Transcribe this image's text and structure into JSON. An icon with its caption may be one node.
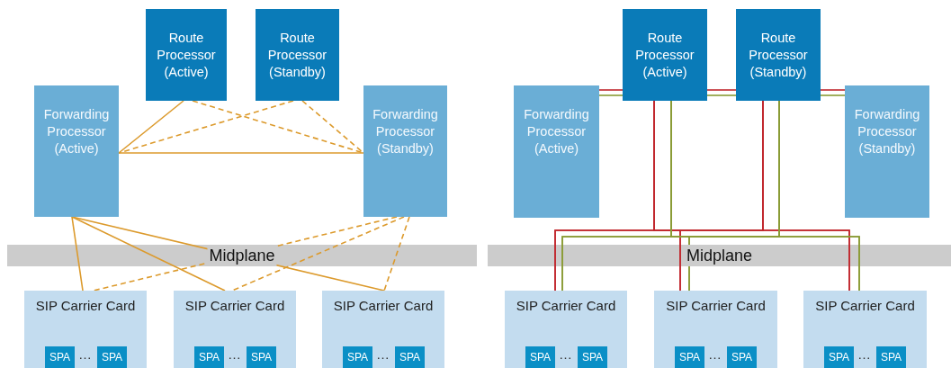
{
  "diagram": {
    "nodes": [
      {
        "text": [
          "Route Processor (Active)"
        ]
      },
      {
        "text": [
          "Route Processor (Standby)"
        ]
      },
      {
        "text": [
          "Forwarding Processor (Active)"
        ]
      },
      {
        "text": [
          "Forwarding Processor (Standby)"
        ]
      },
      {
        "text": [
          "SIP Carrier Card"
        ]
      },
      {
        "text": [
          "SPA"
        ],
        "in": 4
      },
      {
        "text": [
          "SPA"
        ],
        "in": 4
      },
      {
        "text": [
          "SIP Carrier Card"
        ]
      },
      {
        "text": [
          "SPA"
        ],
        "in": 7
      },
      {
        "text": [
          "SPA"
        ],
        "in": 7
      },
      {
        "text": [
          "SIP Carrier Card"
        ]
      },
      {
        "text": [
          "SPA"
        ],
        "in": 10
      },
      {
        "text": [
          "SPA"
        ],
        "in": 10
      },
      {
        "text": [
          "Route Processor (Active)"
        ]
      },
      {
        "text": [
          "Route Processor (Standby)"
        ]
      },
      {
        "text": [
          "Forwarding Processor (Active)"
        ]
      },
      {
        "text": [
          "Forwarding Processor (Standby)"
        ]
      },
      {
        "text": [
          "SIP Carrier Card"
        ]
      },
      {
        "text": [
          "SPA"
        ],
        "in": 17
      },
      {
        "text": [
          "SPA"
        ],
        "in": 17
      },
      {
        "text": [
          "SIP Carrier Card"
        ]
      },
      {
        "text": [
          "SPA"
        ],
        "in": 20
      },
      {
        "text": [
          "SPA"
        ],
        "in": 20
      },
      {
        "text": [
          "SIP Carrier Card"
        ]
      },
      {
        "text": [
          "SPA"
        ],
        "in": 23
      },
      {
        "text": [
          "SPA"
        ],
        "in": 23
      }
    ],
    "edges": [
      {
        "from": 0,
        "to": 2,
        "arrow": "none"
      },
      {
        "from": 0,
        "to": 3,
        "arrow": "none",
        "style": "dashed"
      },
      {
        "from": 1,
        "to": 2,
        "arrow": "none",
        "style": "dashed"
      },
      {
        "from": 1,
        "to": 3,
        "arrow": "none",
        "style": "dashed"
      },
      {
        "from": 2,
        "to": 3,
        "arrow": "none"
      },
      {
        "from": 2,
        "to": 4,
        "arrow": "none"
      },
      {
        "from": 2,
        "to": 7,
        "arrow": "none"
      },
      {
        "from": 2,
        "to": 10,
        "arrow": "none"
      },
      {
        "from": 3,
        "to": 4,
        "arrow": "none",
        "style": "dashed"
      },
      {
        "from": 3,
        "to": 7,
        "arrow": "none",
        "style": "dashed"
      },
      {
        "from": 3,
        "to": 10,
        "arrow": "none",
        "style": "dashed"
      },
      {
        "from": 15,
        "to": 13,
        "arrow": "none",
        "color": "#c1272d"
      },
      {
        "from": 15,
        "to": 13,
        "arrow": "none",
        "color": "#8a9b35"
      },
      {
        "from": 13,
        "to": 14,
        "arrow": "none",
        "color": "#c1272d"
      },
      {
        "from": 13,
        "to": 14,
        "arrow": "none",
        "color": "#8a9b35"
      },
      {
        "from": 14,
        "to": 16,
        "arrow": "none",
        "color": "#c1272d"
      },
      {
        "from": 14,
        "to": 16,
        "arrow": "none",
        "color": "#8a9b35"
      },
      {
        "from": 13,
        "to": 17,
        "arrow": "none",
        "color": "#c1272d"
      },
      {
        "from": 13,
        "to": 20,
        "arrow": "none",
        "color": "#c1272d"
      },
      {
        "from": 13,
        "to": 23,
        "arrow": "none",
        "color": "#c1272d"
      },
      {
        "from": 14,
        "to": 17,
        "arrow": "none",
        "color": "#c1272d"
      },
      {
        "from": 14,
        "to": 20,
        "arrow": "none",
        "color": "#c1272d"
      },
      {
        "from": 14,
        "to": 23,
        "arrow": "none",
        "color": "#c1272d"
      },
      {
        "from": 13,
        "to": 17,
        "arrow": "none",
        "color": "#8a9b35"
      },
      {
        "from": 13,
        "to": 20,
        "arrow": "none",
        "color": "#8a9b35"
      },
      {
        "from": 13,
        "to": 23,
        "arrow": "none",
        "color": "#8a9b35"
      },
      {
        "from": 14,
        "to": 17,
        "arrow": "none",
        "color": "#8a9b35"
      },
      {
        "from": 14,
        "to": 20,
        "arrow": "none",
        "color": "#8a9b35"
      },
      {
        "from": 14,
        "to": 23,
        "arrow": "none",
        "color": "#8a9b35"
      }
    ],
    "labels": [
      "Midplane",
      "Midplane",
      "…",
      "…",
      "…",
      "…",
      "…",
      "…"
    ]
  }
}
